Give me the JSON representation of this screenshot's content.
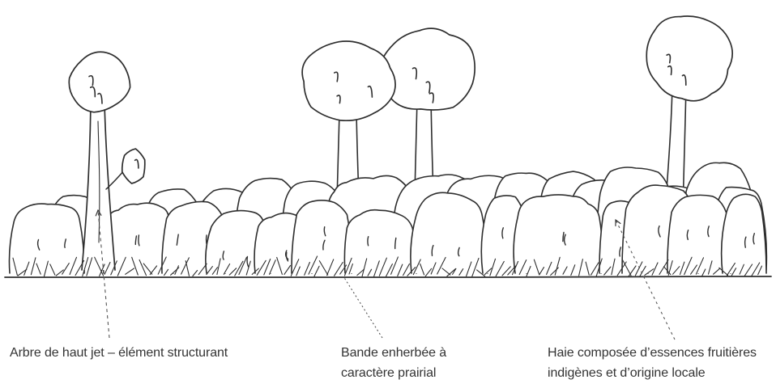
{
  "labels": {
    "tree": "Arbre de haut jet – élément structurant",
    "grass_strip": [
      "Bande enherbée à",
      "caractère prairial"
    ],
    "hedge": [
      "Haie composée d’essences fruitières",
      "indigènes et d’origine locale"
    ]
  },
  "colors": {
    "ink": "#2e2e2e",
    "background": "#ffffff"
  }
}
